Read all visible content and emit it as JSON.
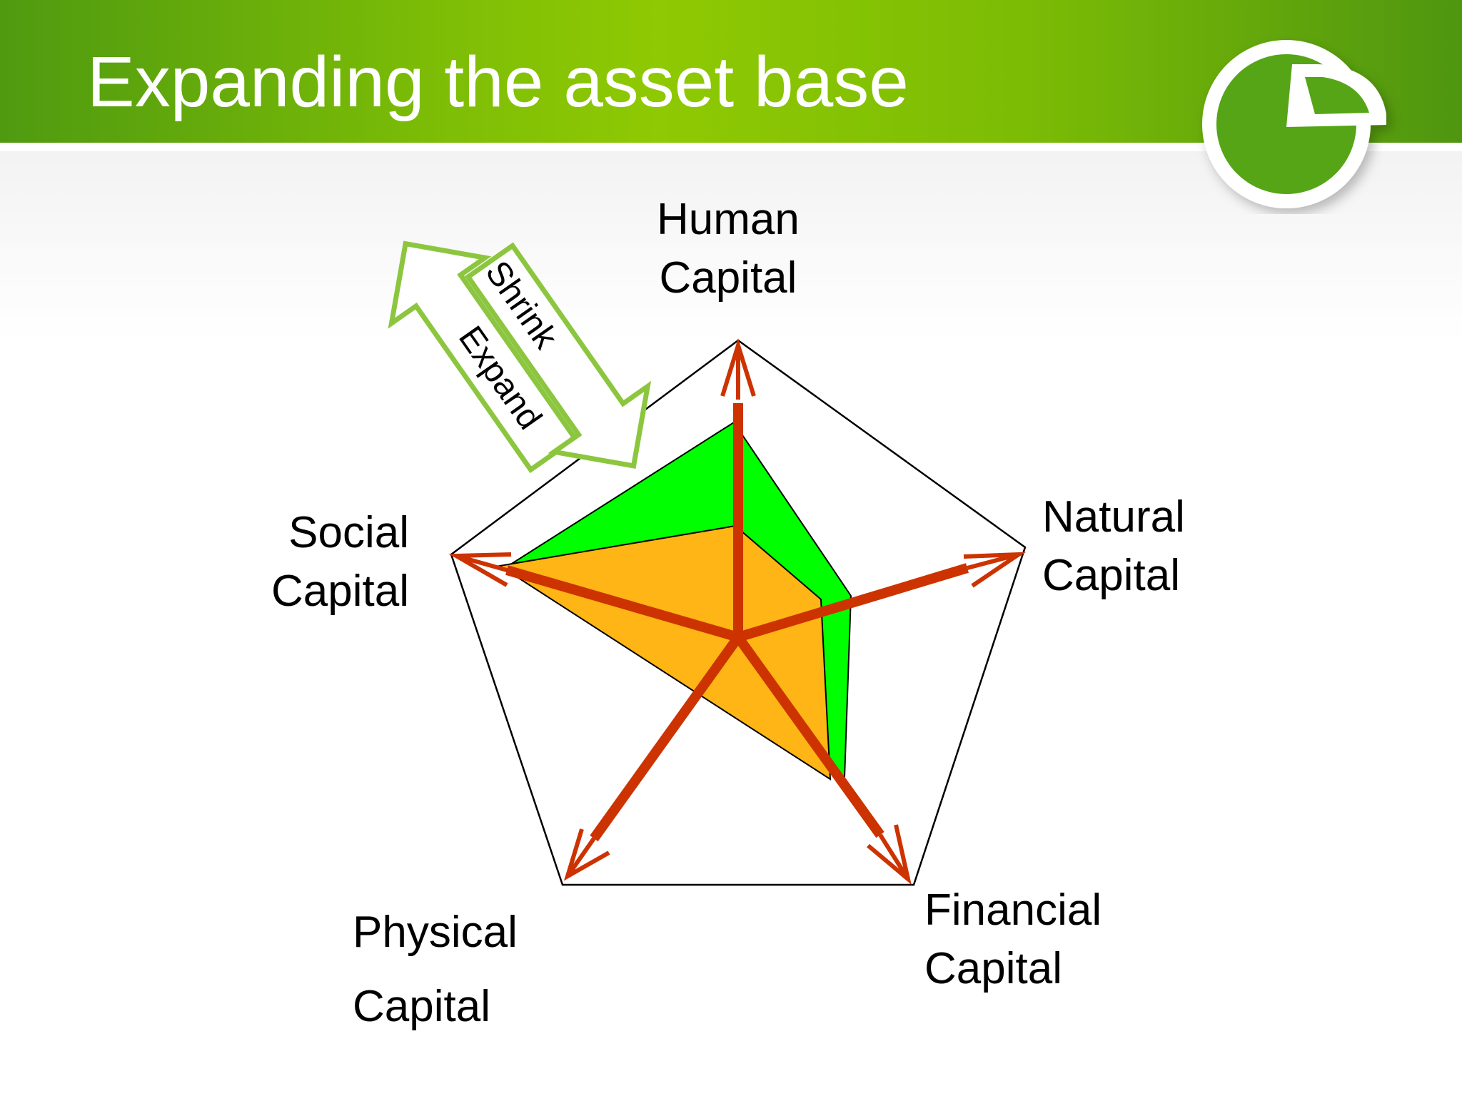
{
  "slide": {
    "title": "Expanding the asset base"
  },
  "logo": {
    "icon": "pie-chart-logo-icon"
  },
  "diagram": {
    "axes": [
      {
        "lines": [
          "Human",
          "Capital"
        ]
      },
      {
        "lines": [
          "Natural",
          "Capital"
        ]
      },
      {
        "lines": [
          "Financial",
          "Capital"
        ]
      },
      {
        "lines": [
          "Physical",
          "Capital"
        ]
      },
      {
        "lines": [
          "Social",
          "Capital"
        ]
      }
    ],
    "direction_arrows": {
      "expand": "Expand",
      "shrink": "Shrink"
    },
    "colors": {
      "outer_shape": "#00ff00",
      "inner_shape": "#ffb515",
      "axis_arrows": "#cc3300",
      "direction_arrow_outline": "#8cc63f",
      "header_green": "#7dbd06"
    }
  }
}
